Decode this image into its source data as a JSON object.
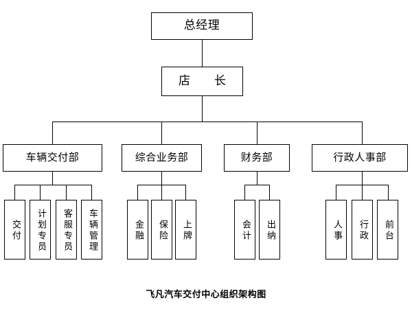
{
  "diagram": {
    "caption": "飞凡汽车交付中心组织架构图",
    "root": {
      "label": "总经理"
    },
    "level2": {
      "label": "店　长"
    },
    "departments": [
      {
        "label": "车辆交付部",
        "roles": [
          {
            "label": "交付"
          },
          {
            "label": "计划专员"
          },
          {
            "label": "客服专员"
          },
          {
            "label": "车辆管理"
          }
        ]
      },
      {
        "label": "综合业务部",
        "roles": [
          {
            "label": "金融"
          },
          {
            "label": "保险"
          },
          {
            "label": "上牌"
          }
        ]
      },
      {
        "label": "财务部",
        "roles": [
          {
            "label": "会计"
          },
          {
            "label": "出纳"
          }
        ]
      },
      {
        "label": "行政人事部",
        "roles": [
          {
            "label": "人事"
          },
          {
            "label": "行政"
          },
          {
            "label": "前台"
          }
        ]
      }
    ]
  },
  "colors": {
    "line": "#000000",
    "box_fill": "#ffffff",
    "text": "#000000"
  }
}
